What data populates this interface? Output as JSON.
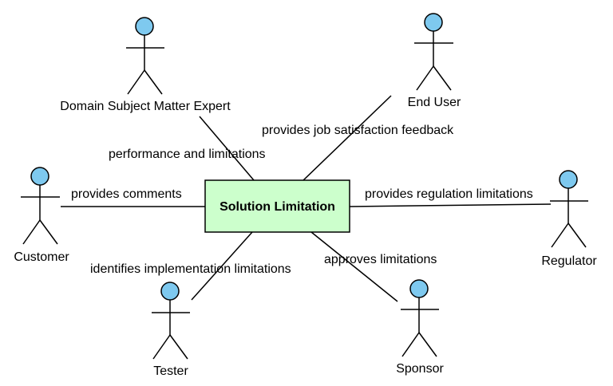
{
  "center": {
    "label": "Solution Limitation",
    "fill": "#ccffcc",
    "border": "#000000"
  },
  "actor_head_color": "#7ec9ef",
  "actors": [
    {
      "id": "domain-expert",
      "label": "Domain Subject Matter Expert"
    },
    {
      "id": "end-user",
      "label": "End User"
    },
    {
      "id": "customer",
      "label": "Customer"
    },
    {
      "id": "regulator",
      "label": "Regulator"
    },
    {
      "id": "tester",
      "label": "Tester"
    },
    {
      "id": "sponsor",
      "label": "Sponsor"
    }
  ],
  "associations": [
    {
      "actor": "domain-expert",
      "label": "performance and limitations"
    },
    {
      "actor": "end-user",
      "label": "provides job satisfaction feedback"
    },
    {
      "actor": "customer",
      "label": "provides comments"
    },
    {
      "actor": "regulator",
      "label": "provides regulation limitations"
    },
    {
      "actor": "tester",
      "label": "identifies implementation limitations"
    },
    {
      "actor": "sponsor",
      "label": "approves limitations"
    }
  ]
}
